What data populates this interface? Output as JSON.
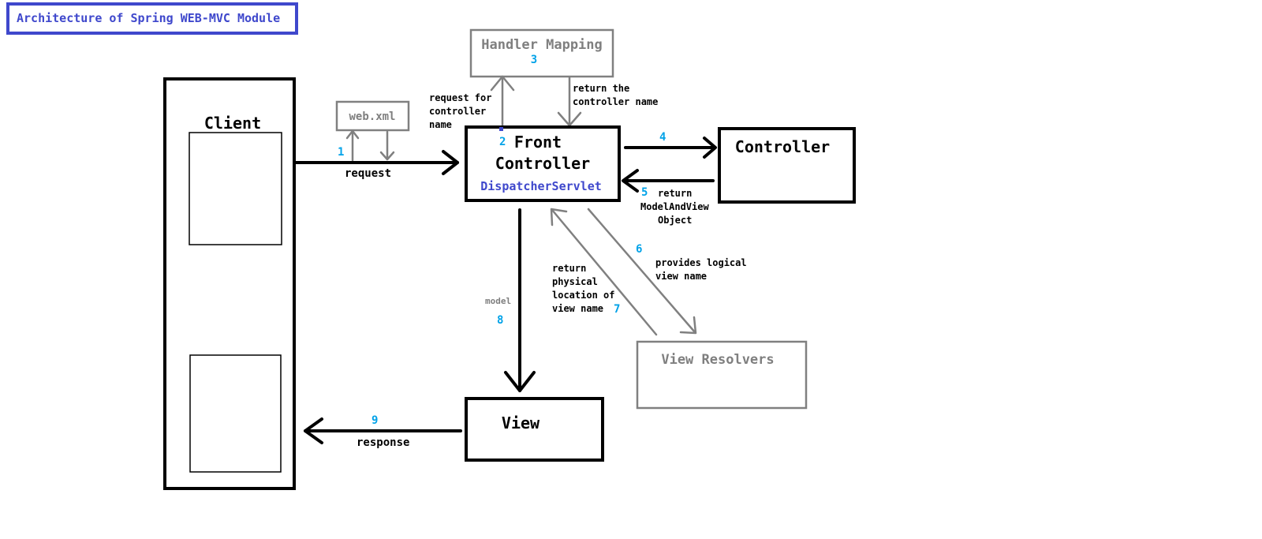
{
  "title": "Architecture of Spring WEB-MVC Module",
  "colors": {
    "black": "#000000",
    "gray": "#808080",
    "step_number": "#00a2e8",
    "accent": "#3f48cc",
    "background": "#ffffff"
  },
  "nodes": {
    "client": "Client",
    "web_xml": "web.xml",
    "handler_mapping": "Handler Mapping",
    "front_controller_line1": "Front",
    "front_controller_line2": "Controller",
    "dispatcher_servlet": "DispatcherServlet",
    "controller": "Controller",
    "view_resolvers": "View Resolvers",
    "view": "View"
  },
  "steps": {
    "s1": "1",
    "s2": "2",
    "s3": "3",
    "s4": "4",
    "s5": "5",
    "s6": "6",
    "s7": "7",
    "s8": "8",
    "s9": "9"
  },
  "labels": {
    "request": "request",
    "request_for_controller_1": "request for",
    "request_for_controller_2": "controller",
    "request_for_controller_3": "name",
    "return_controller_1": "return the",
    "return_controller_2": "controller name",
    "return_mav_1": "return",
    "return_mav_2": "ModelAndView",
    "return_mav_3": "Object",
    "logical_view_1": "provides logical",
    "logical_view_2": "view name",
    "physical_loc_1": "return",
    "physical_loc_2": "physical",
    "physical_loc_3": "location of",
    "physical_loc_4": "view name",
    "model": "model",
    "response": "response"
  }
}
